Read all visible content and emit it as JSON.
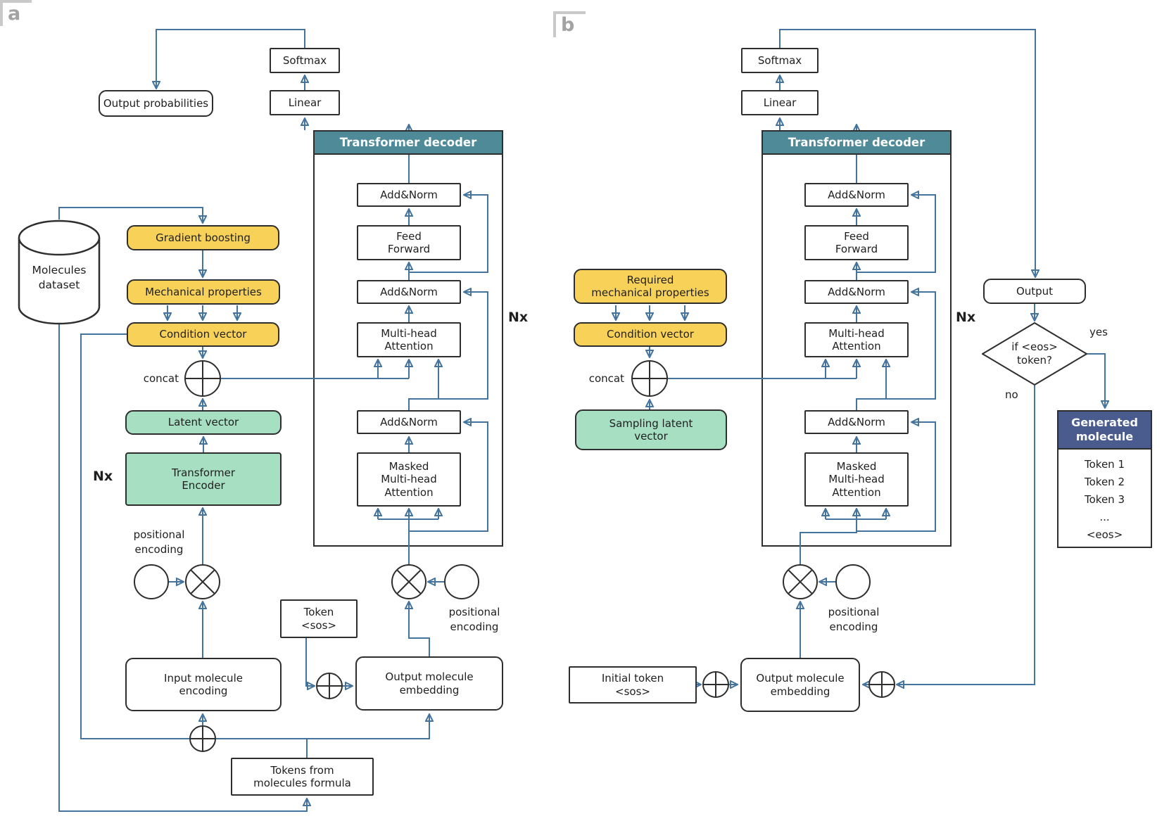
{
  "colors": {
    "connector_blue": "#44749d",
    "box_border": "#2e2e2e",
    "yellow_fill": "#f8d158",
    "green_fill": "#a6dfc1",
    "teal_header": "#4f8a99",
    "indigo_header": "#4a5b8e"
  },
  "panels": {
    "a": {
      "tag": "a",
      "output_probabilities": "Output probabilities",
      "softmax": "Softmax",
      "linear": "Linear",
      "decoder_title": "Transformer decoder",
      "add_norm_1": "Add&Norm",
      "feed_forward": "Feed\nForward",
      "add_norm_2": "Add&Norm",
      "multi_head_attention": "Multi-head\nAttention",
      "add_norm_3": "Add&Norm",
      "masked_attention": "Masked\nMulti-head\nAttention",
      "nx_decoder": "Nx",
      "dataset": "Molecules\ndataset",
      "gradient_boosting": "Gradient boosting",
      "mechanical_properties": "Mechanical properties",
      "condition_vector": "Condition vector",
      "concat_label": "concat",
      "latent_vector": "Latent vector",
      "transformer_encoder": "Transformer\nEncoder",
      "nx_encoder": "Nx",
      "pos_encoding_encoder": "positional\nencoding",
      "pos_encoding_decoder": "positional\nencoding",
      "token_sos": "Token\n<sos>",
      "input_molecule_encoding": "Input molecule\nencoding",
      "output_molecule_embedding": "Output molecule\nembedding",
      "tokens_from_formula": "Tokens from\nmolecules formula"
    },
    "b": {
      "tag": "b",
      "softmax": "Softmax",
      "linear": "Linear",
      "decoder_title": "Transformer decoder",
      "add_norm_1": "Add&Norm",
      "feed_forward": "Feed\nForward",
      "add_norm_2": "Add&Norm",
      "multi_head_attention": "Multi-head\nAttention",
      "add_norm_3": "Add&Norm",
      "masked_attention": "Masked\nMulti-head\nAttention",
      "nx_decoder": "Nx",
      "required_mechanical_properties": "Required\nmechanical properties",
      "condition_vector": "Condition vector",
      "concat_label": "concat",
      "sampling_latent_vector": "Sampling latent\nvector",
      "pos_encoding_decoder": "positional\nencoding",
      "initial_token": "Initial token\n<sos>",
      "output_molecule_embedding": "Output molecule\nembedding",
      "output_label": "Output",
      "eos_check": "if <eos>\ntoken?",
      "yes_label": "yes",
      "no_label": "no",
      "generated_molecule_title": "Generated\nmolecule",
      "generated_tokens": [
        "Token 1",
        "Token 2",
        "Token 3",
        "...",
        "<eos>"
      ]
    }
  }
}
